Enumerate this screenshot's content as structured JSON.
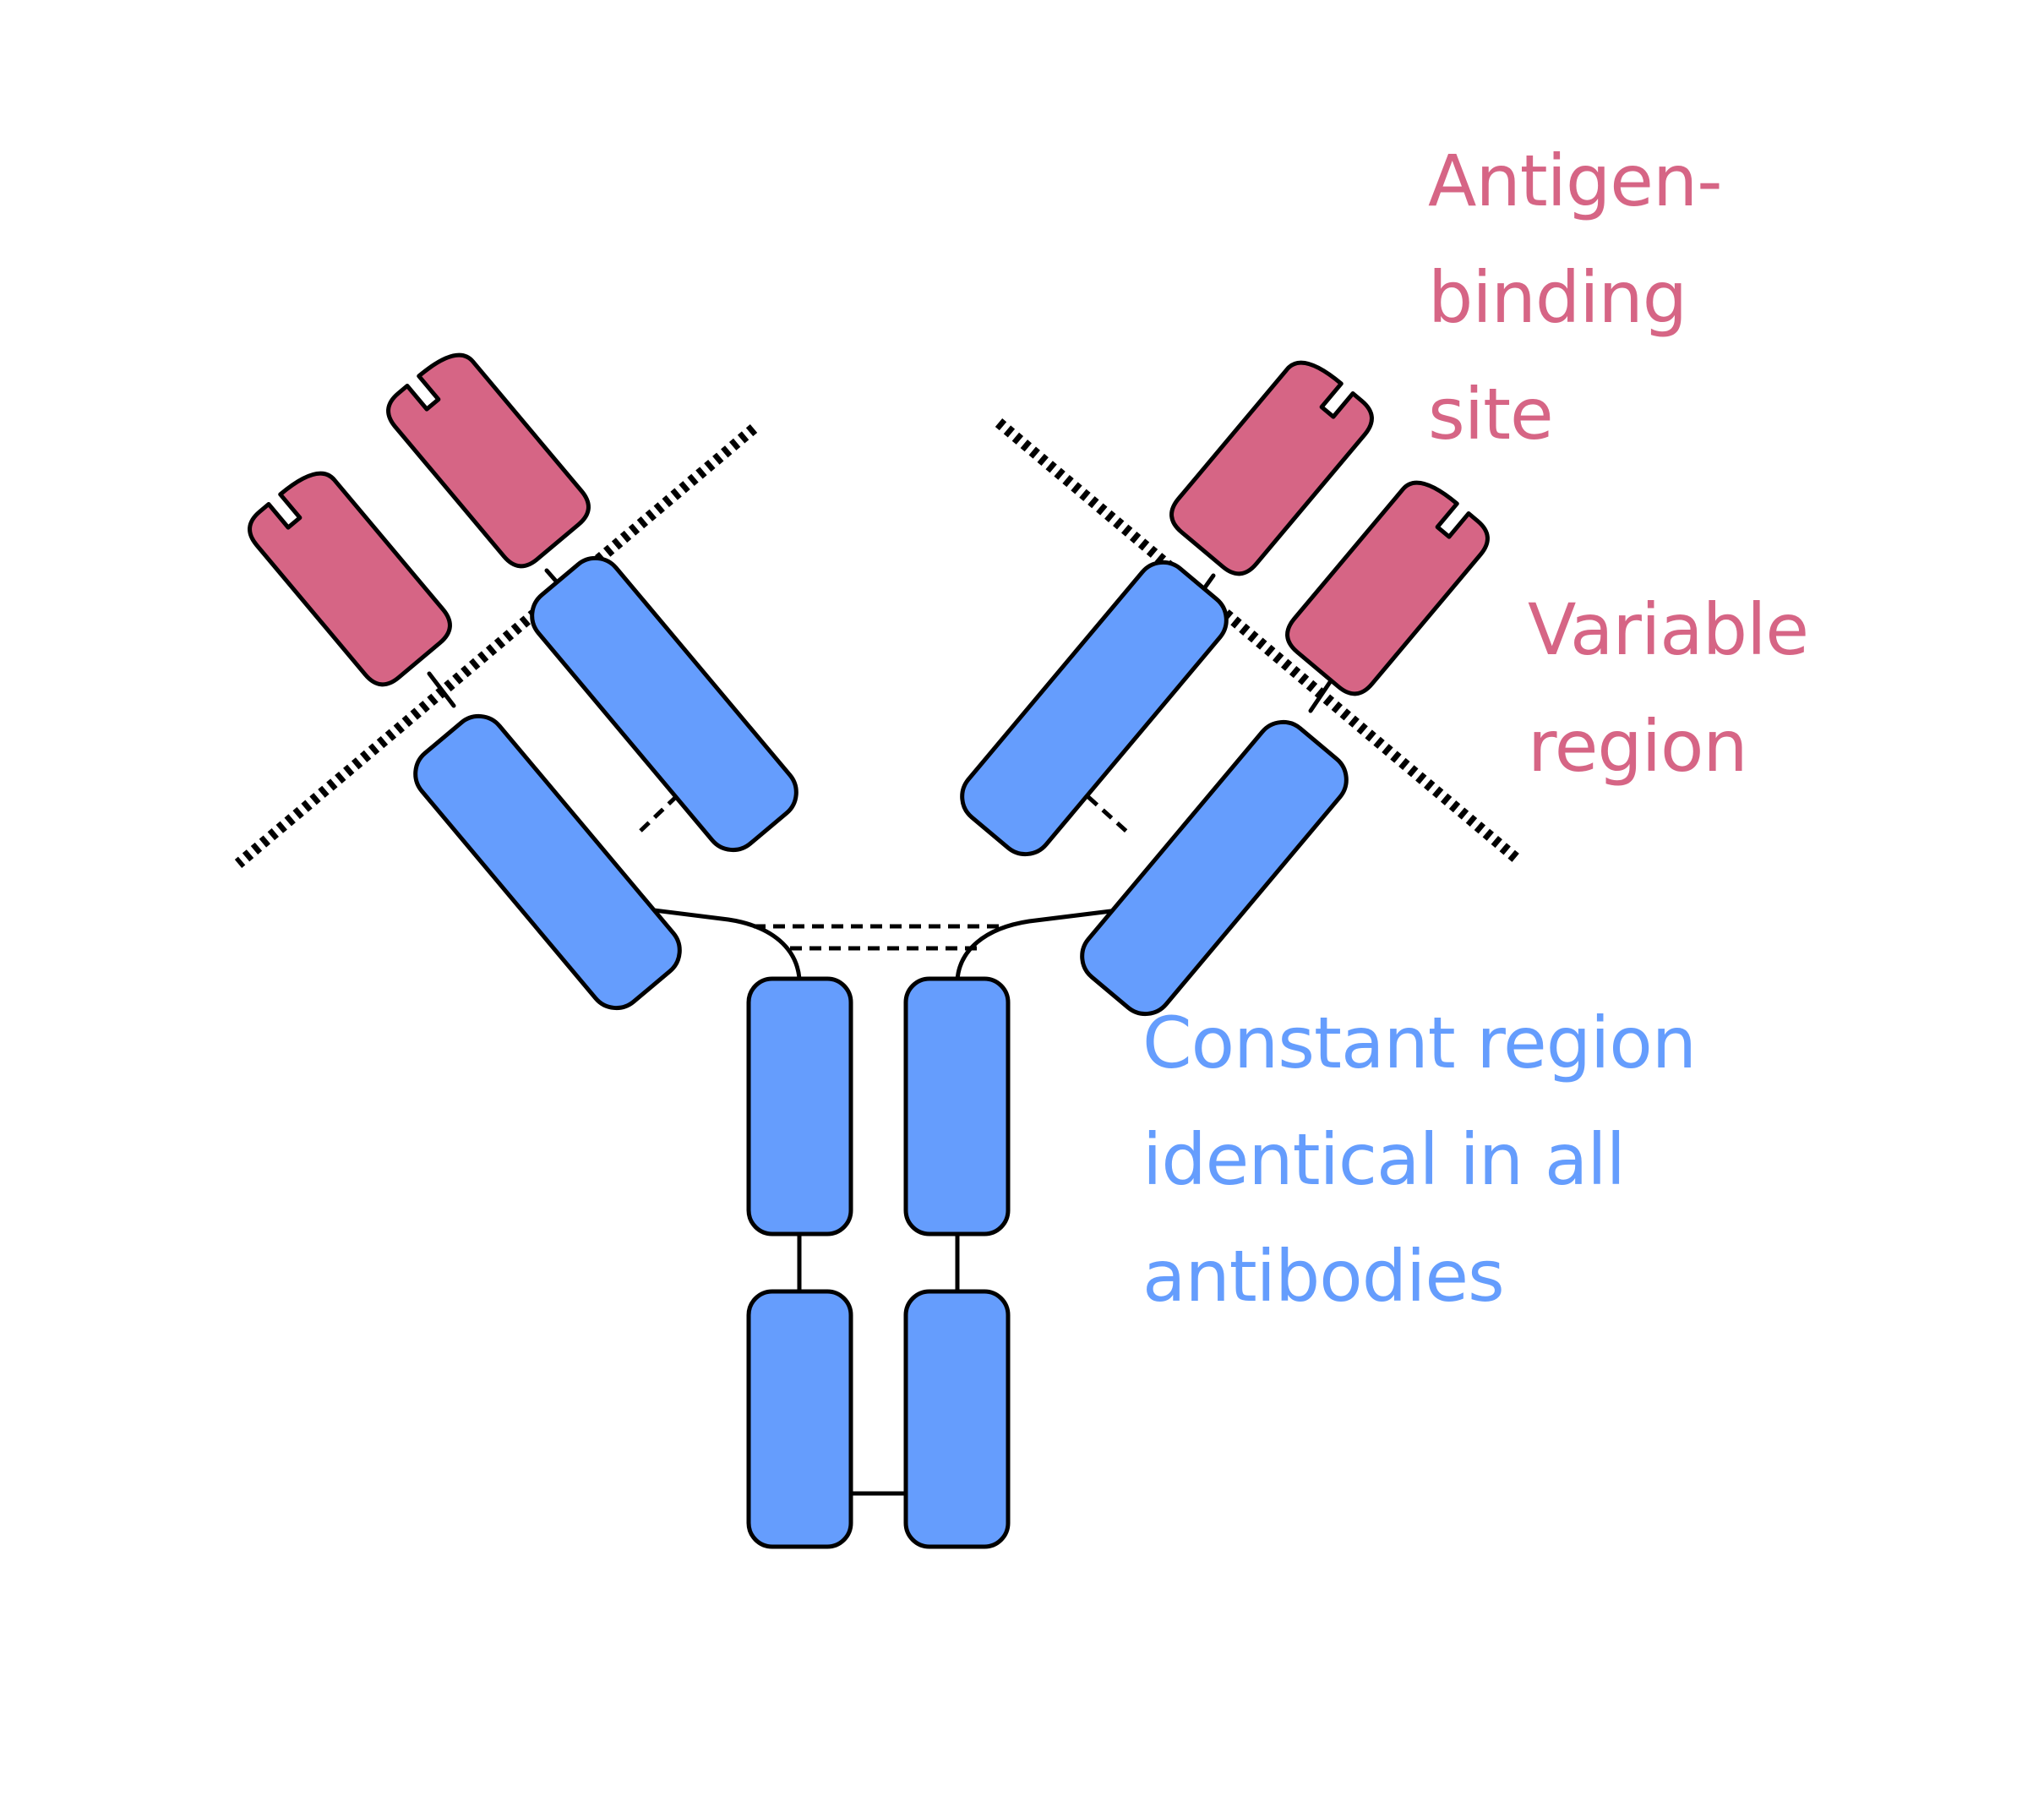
{
  "labels": {
    "antigen_binding_site": [
      "Antigen-",
      "binding",
      "site"
    ],
    "variable_region": [
      "Variable",
      "region"
    ],
    "constant_region": [
      "Constant region",
      "identical in all",
      "antibodies"
    ]
  },
  "colors": {
    "variable": "#d66585",
    "constant": "#659dfd",
    "outline": "#000000"
  }
}
